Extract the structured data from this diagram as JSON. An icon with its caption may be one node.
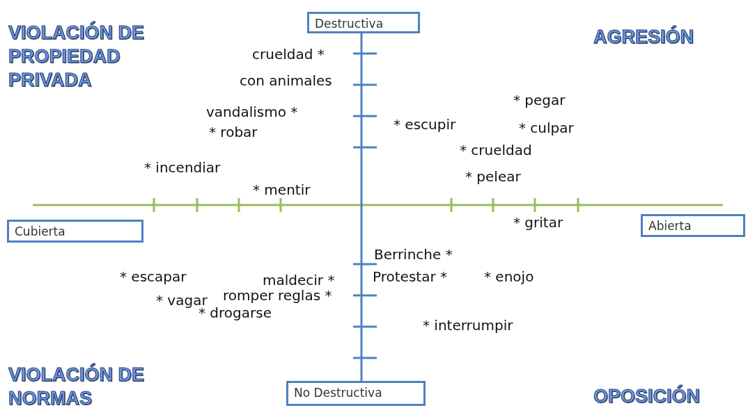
{
  "diagram": {
    "nodes": [
      {
        "text": [
          "Destructiva"
        ]
      },
      {
        "text": [
          "Cubierta"
        ]
      },
      {
        "text": [
          "Abierta"
        ]
      },
      {
        "text": [
          "No Destructiva"
        ]
      }
    ],
    "labels": [
      "VIOLACIÓN DE PROPIEDAD PRIVADA",
      "AGRESIÓN",
      "crueldad *",
      "con animales",
      "vandalismo *",
      "* robar",
      "* pegar",
      "* escupir",
      "* culpar",
      "* crueldad",
      "* incendiar",
      "* pelear",
      "* mentir",
      "* gritar",
      "Berrinche *",
      "* escapar",
      "maldecir *",
      "Protestar *",
      "* enojo",
      "* vagar",
      "romper reglas *",
      "* drogarse",
      "* interrumpir",
      "VIOLACIÓN DE NORMAS",
      "OPOSICIÓN"
    ]
  }
}
